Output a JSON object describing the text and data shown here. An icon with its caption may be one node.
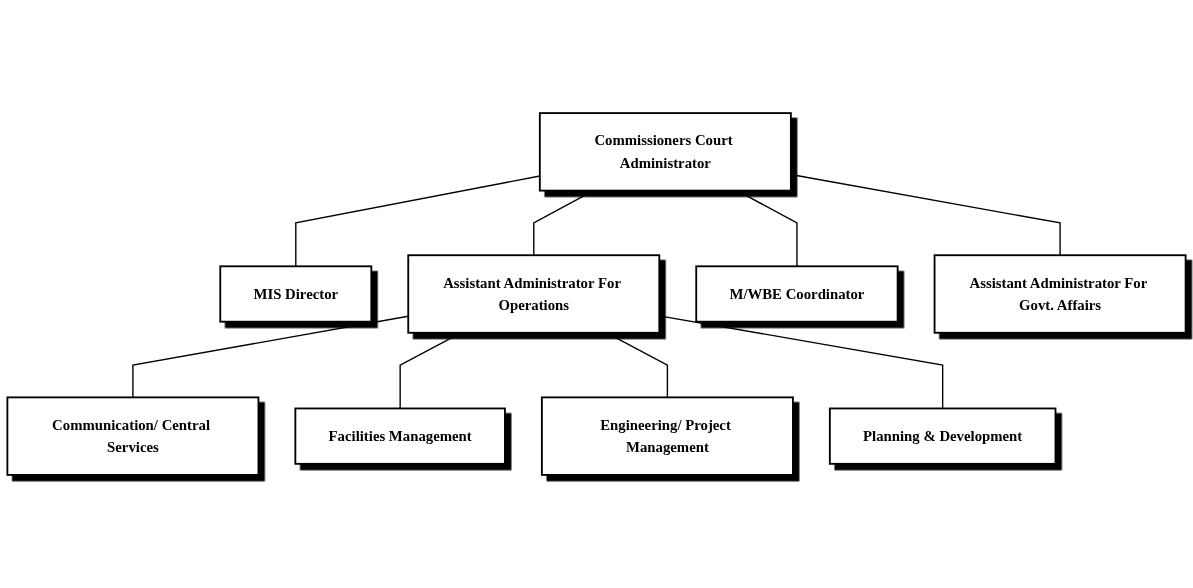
{
  "diagram": {
    "nodes": [
      {
        "text": [
          "Commissioners Court Administrator"
        ]
      },
      {
        "text": [
          "MIS Director"
        ]
      },
      {
        "text": [
          "Assistant Administrator For Operations"
        ]
      },
      {
        "text": [
          "M/WBE Coordinator"
        ]
      },
      {
        "text": [
          "Assistant Administrator For Govt. Affairs"
        ]
      },
      {
        "text": [
          "Communication/ Central Services"
        ]
      },
      {
        "text": [
          "Facilities Management"
        ]
      },
      {
        "text": [
          "Engineering/ Project Management"
        ]
      },
      {
        "text": [
          "Planning & Development"
        ]
      }
    ],
    "edges": [
      {
        "from": 0,
        "to": 1,
        "arrow": "none"
      },
      {
        "from": 0,
        "to": 2,
        "arrow": "none"
      },
      {
        "from": 0,
        "to": 3,
        "arrow": "none"
      },
      {
        "from": 0,
        "to": 4,
        "arrow": "none"
      },
      {
        "from": 2,
        "to": 5,
        "arrow": "none"
      },
      {
        "from": 2,
        "to": 6,
        "arrow": "none"
      },
      {
        "from": 2,
        "to": 7,
        "arrow": "none"
      },
      {
        "from": 2,
        "to": 8,
        "arrow": "none"
      }
    ]
  }
}
